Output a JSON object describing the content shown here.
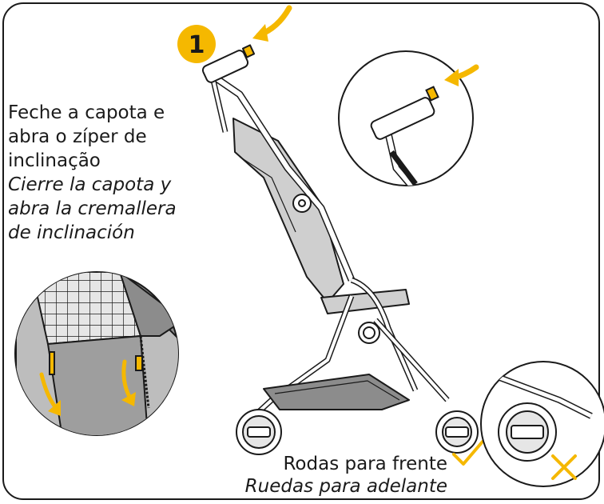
{
  "step": {
    "number": "1"
  },
  "instructions": {
    "pt_lines": [
      "Feche a capota e",
      "abra o zíper de",
      "inclinação"
    ],
    "es_lines": [
      "Cierre la capota y",
      "abra la cremallera",
      "de inclinación"
    ]
  },
  "wheels": {
    "pt": "Rodas para frente",
    "es": "Ruedas para adelante"
  },
  "colors": {
    "accent": "#f5b800",
    "outline": "#1a1a1a",
    "fabric": "#cfcfcf",
    "fabric_dark": "#8c8c8c"
  }
}
